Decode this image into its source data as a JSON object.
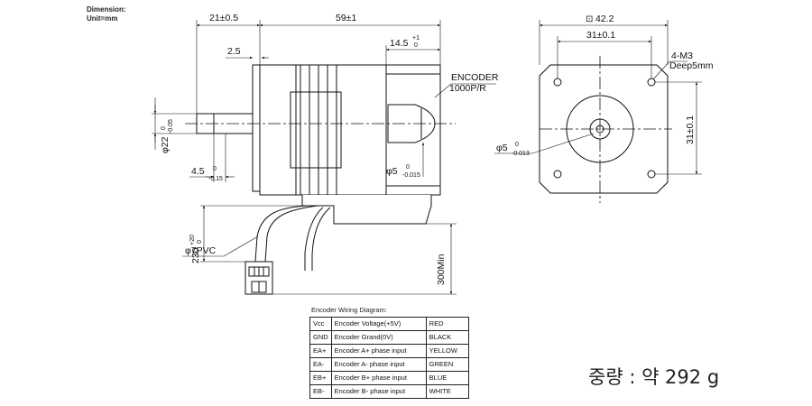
{
  "header": {
    "dimension_label": "Dimension:",
    "unit_label": "Unit=mm"
  },
  "dims": {
    "d_21": "21±0.5",
    "d_59": "59±1",
    "d_2_5": "2.5",
    "d_14_5": "14.5",
    "d_14_5_sup": "+1",
    "d_14_5_sub": "0",
    "encoder_label": "ENCODER",
    "encoder_res": "1000P/R",
    "d_phi22": "φ22",
    "d_phi22_tol": "-0.05",
    "d_phi22_tol0": "0",
    "d_4_5": "4.5",
    "d_4_5_tol0": "0",
    "d_4_5_tol": "-0.15",
    "d_phi5_side": "φ5",
    "d_phi5_side_tol0": "0",
    "d_phi5_side_tol": "-0.015",
    "d_230": "230",
    "d_230_tol": "+20",
    "d_230_tol0": "0",
    "d_phi7": "φ7PVC",
    "d_300": "300Min",
    "flat_symbol": "⊡",
    "d_42_2": "42.2",
    "d_31_top": "31±0.1",
    "d_31_right": "31±0.1",
    "holes_label": "4-M3",
    "holes_depth": "Deep5mm",
    "d_phi5_front": "φ5",
    "d_phi5_front_tol0": "0",
    "d_phi5_front_tol": "-0.013"
  },
  "wiring": {
    "title": "Encoder Wiring Diagram:",
    "rows": [
      {
        "pin": "Vcc",
        "desc": "Encoder Voltage(+5V)",
        "color": "RED"
      },
      {
        "pin": "GND",
        "desc": "Encoder Grand(0V)",
        "color": "BLACK"
      },
      {
        "pin": "EA+",
        "desc": "Encoder A+ phase input",
        "color": "YELLOW"
      },
      {
        "pin": "EA-",
        "desc": "Encoder A- phase input",
        "color": "GREEN"
      },
      {
        "pin": "EB+",
        "desc": "Encoder B+ phase input",
        "color": "BLUE"
      },
      {
        "pin": "EB-",
        "desc": "Encoder B- phase input",
        "color": "WHITE"
      }
    ]
  },
  "weight": "중량 : 약 292 g"
}
